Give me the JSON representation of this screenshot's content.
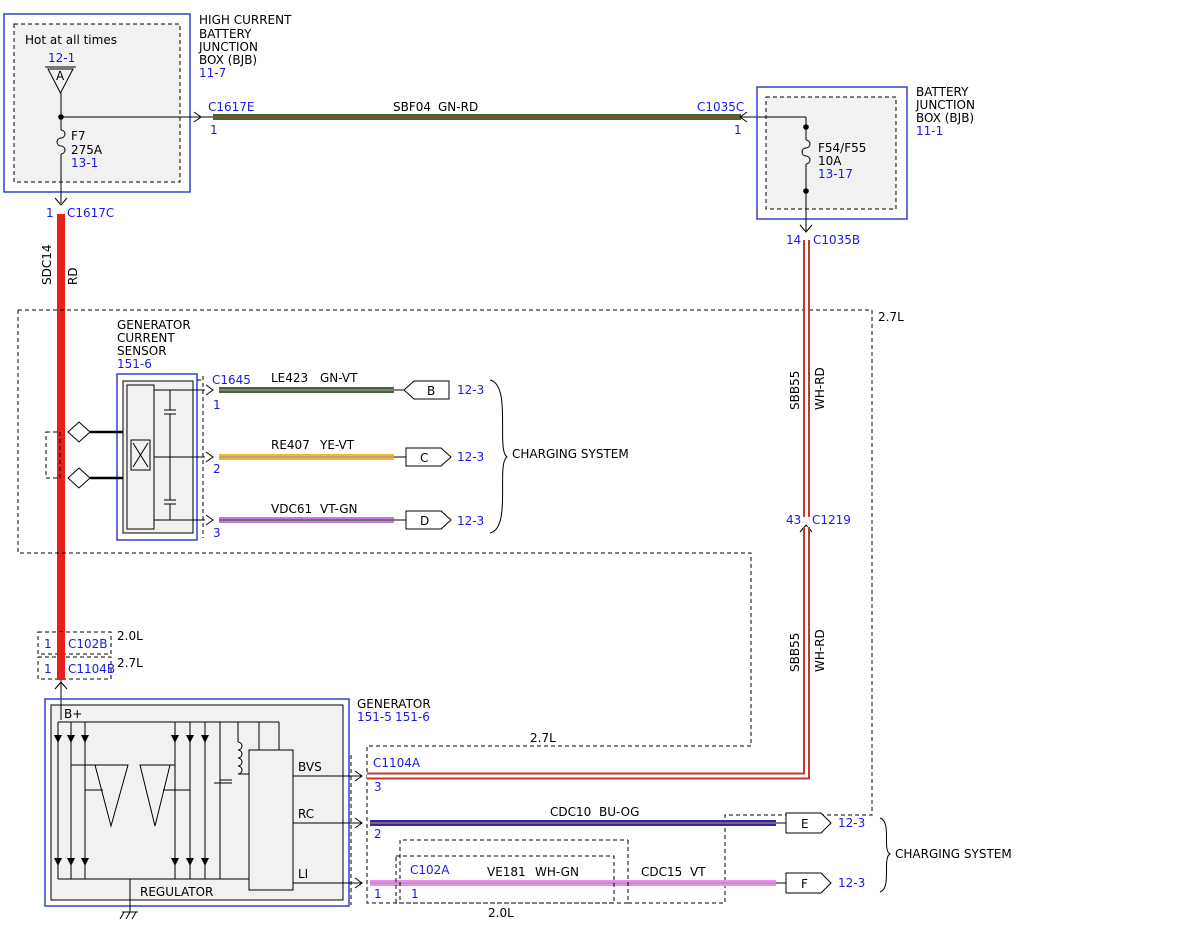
{
  "colors": {
    "ref_text": "#1a1ae6",
    "module_border": "#2233cc",
    "wire_green": "#3a6b2a",
    "wire_red_stripe": "#c0392b",
    "wire_rd": "#e8201a",
    "wire_yellow": "#e8c020",
    "wire_violet": "#c979d8",
    "wire_blue": "#2428b8",
    "wire_orange": "#e07828",
    "wire_white": "#ffffff"
  },
  "hcbjb": {
    "title_lines": [
      "HIGH CURRENT",
      "BATTERY",
      "JUNCTION",
      "BOX (BJB)"
    ],
    "ref": "11-7",
    "hot_label": "Hot at all times",
    "hot_ref": "12-1",
    "terminal_letter": "A",
    "fuse_name": "F7",
    "fuse_rating": "275A",
    "fuse_ref": "13-1"
  },
  "bjb": {
    "title_lines": [
      "BATTERY",
      "JUNCTION",
      "BOX (BJB)"
    ],
    "ref": "11-1",
    "fuse_name": "F54/F55",
    "fuse_rating": "10A",
    "fuse_ref": "13-17"
  },
  "wire_sbf04": {
    "circuit": "SBF04",
    "color": "GN-RD",
    "conn_left": "C1617E",
    "pin_left": "1",
    "conn_right": "C1035C",
    "pin_right": "1"
  },
  "wire_sdc14": {
    "circuit": "SDC14",
    "color": "RD",
    "conn_top": "C1617C",
    "pin_top": "1",
    "conn_2": "C102B",
    "pin_2": "1",
    "engine_2": "2.0L",
    "conn_3": "C1104B",
    "pin_3": "1",
    "engine_3": "2.7L"
  },
  "wire_sbb55": {
    "circuit": "SBB55",
    "color": "WH-RD",
    "conn_top": "C1035B",
    "pin_top": "14",
    "conn_mid": "C1219",
    "pin_mid": "43"
  },
  "engine_27": "2.7L",
  "engine_27_b": "2.7L",
  "sensor": {
    "title_lines": [
      "GENERATOR",
      "CURRENT",
      "SENSOR"
    ],
    "ref": "151-6",
    "connector": "C1645",
    "wires": [
      {
        "pin": "1",
        "circuit": "LE423",
        "color": "GN-VT",
        "letter": "B",
        "ref": "12-3"
      },
      {
        "pin": "2",
        "circuit": "RE407",
        "color": "YE-VT",
        "letter": "C",
        "ref": "12-3"
      },
      {
        "pin": "3",
        "circuit": "VDC61",
        "color": "VT-GN",
        "letter": "D",
        "ref": "12-3"
      }
    ]
  },
  "charging_system_1": "CHARGING SYSTEM",
  "charging_system_2": "CHARGING SYSTEM",
  "generator": {
    "title": "GENERATOR",
    "ref1": "151-5",
    "ref2": "151-6",
    "bplus": "B+",
    "regulator": "REGULATOR",
    "pins": [
      "BVS",
      "RC",
      "LI"
    ],
    "connector": "C1104A",
    "connector_pins": [
      "3",
      "2",
      "1"
    ]
  },
  "wire_cdc10": {
    "circuit": "CDC10",
    "color": "BU-OG",
    "letter": "E",
    "ref": "12-3"
  },
  "wire_ve181": {
    "circuit": "VE181",
    "color": "WH-GN",
    "conn": "C102A",
    "pin": "1",
    "engine": "2.0L"
  },
  "wire_cdc15": {
    "circuit": "CDC15",
    "color": "VT",
    "letter": "F",
    "ref": "12-3"
  }
}
